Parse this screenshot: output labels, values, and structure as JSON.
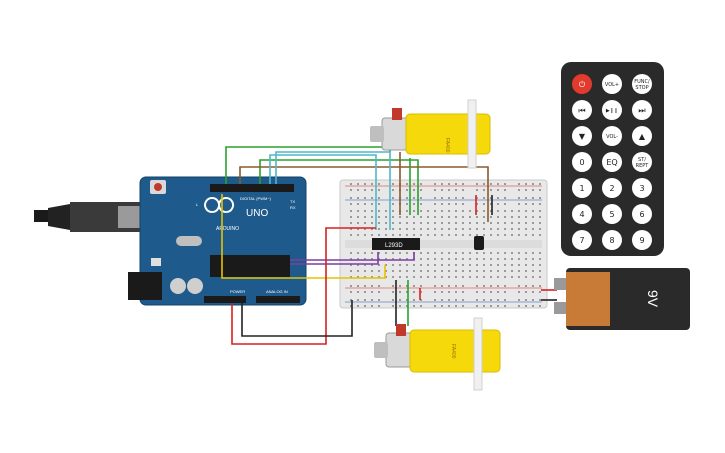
{
  "arduino": {
    "brand": "ARDUINO",
    "model": "UNO",
    "digital_label": "DIGITAL (PWM~)",
    "power_label": "POWER",
    "analog_label": "ANALOG IN",
    "tx_label": "TX",
    "rx_label": "RX",
    "l_label": "L"
  },
  "driver_ic": {
    "label": "L293D"
  },
  "motors": {
    "top": {
      "label": "FA400"
    },
    "bottom": {
      "label": "FA400"
    }
  },
  "battery": {
    "label": "9V"
  },
  "remote": {
    "buttons": [
      {
        "label": "⏻",
        "kind": "power"
      },
      {
        "label": "VOL+"
      },
      {
        "label": "FUNC/\nSTOP"
      },
      {
        "label": "⏮"
      },
      {
        "label": "▶❙❙"
      },
      {
        "label": "⏭"
      },
      {
        "label": "▼"
      },
      {
        "label": "VOL-"
      },
      {
        "label": "▲"
      },
      {
        "label": "0"
      },
      {
        "label": "EQ"
      },
      {
        "label": "ST/\nREPT"
      },
      {
        "label": "1"
      },
      {
        "label": "2"
      },
      {
        "label": "3"
      },
      {
        "label": "4"
      },
      {
        "label": "5"
      },
      {
        "label": "6"
      },
      {
        "label": "7"
      },
      {
        "label": "8"
      },
      {
        "label": "9"
      }
    ]
  },
  "colors": {
    "board": "#1f5a8c",
    "breadboard": "#e8e8e8",
    "motor_yellow": "#f5d90a",
    "battery_orange": "#c77b36",
    "remote_body": "#2a2a2a",
    "remote_button": "#ffffff",
    "remote_power": "#e23b2e",
    "wire_red": "#d62020",
    "wire_black": "#222222",
    "wire_green": "#2ca02c",
    "wire_brown": "#8b5a2b",
    "wire_cyan": "#4fb8c9",
    "wire_yellow": "#e6c200",
    "wire_purple": "#7b3fa0"
  }
}
